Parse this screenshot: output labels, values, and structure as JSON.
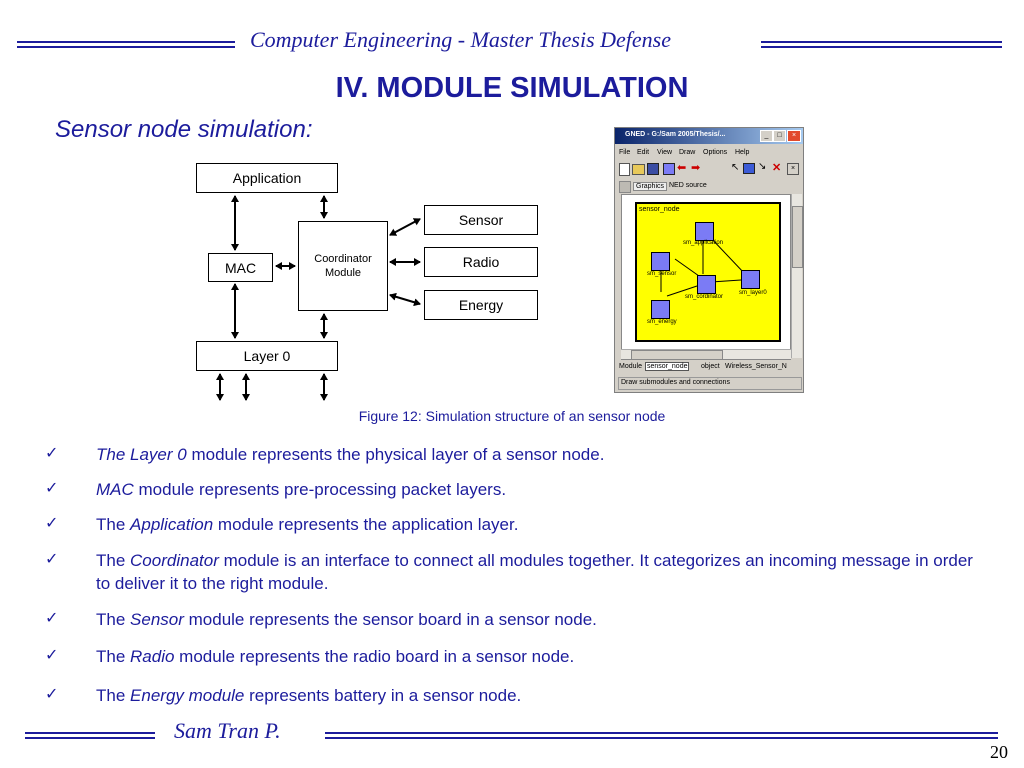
{
  "header": {
    "title": "Computer Engineering - Master Thesis Defense",
    "line_color": "#1c1c9c"
  },
  "slide": {
    "heading": "IV. MODULE SIMULATION",
    "subtitle": "Sensor node simulation:"
  },
  "diagram": {
    "application": "Application",
    "mac": "MAC",
    "coordinator_line1": "Coordinator",
    "coordinator_line2": "Module",
    "sensor": "Sensor",
    "radio": "Radio",
    "energy": "Energy",
    "layer0": "Layer 0"
  },
  "gned": {
    "window_title": "GNED - G:/Sam 2005/Thesis/...",
    "menu": [
      "File",
      "Edit",
      "View",
      "Draw",
      "Options",
      "Help"
    ],
    "tabs": [
      "Graphics",
      "NED source"
    ],
    "canvas_label": "sensor_node",
    "nodes": {
      "application": "sm_application",
      "sensor": "sm_sensor",
      "coordinator": "sm_cordinator",
      "layer0": "sm_layer0",
      "energy": "sm_energy"
    },
    "status_module_label": "Module",
    "status_module_value": "sensor_node",
    "status_object_label": "object",
    "status_object_value": "Wireless_Sensor_N",
    "status_hint": "Draw submodules and connections",
    "canvas_color": "#ffff00",
    "node_color": "#7b7bf5"
  },
  "caption": "Figure 12: Simulation structure of an sensor node",
  "bullets": [
    {
      "pre": "",
      "em": "The Layer 0",
      "post": " module represents the physical layer of a sensor node."
    },
    {
      "pre": "",
      "em": "MAC",
      "post": " module represents pre-processing packet layers."
    },
    {
      "pre": "The ",
      "em": "Application",
      "post": " module represents the application layer."
    },
    {
      "pre": "The ",
      "em": "Coordinator",
      "post": " module is an interface to connect all modules together. It categorizes an incoming message in order to deliver it to the right module."
    },
    {
      "pre": "The ",
      "em": "Sensor",
      "post": " module represents the sensor board in a sensor node."
    },
    {
      "pre": "The ",
      "em": "Radio",
      "post": " module represents the radio board in a sensor node."
    },
    {
      "pre": "The ",
      "em": "Energy module",
      "post": " represents battery in a sensor node."
    }
  ],
  "bullet_mark": "✓",
  "footer": {
    "author": "Sam Tran P.",
    "page_number": "20"
  }
}
